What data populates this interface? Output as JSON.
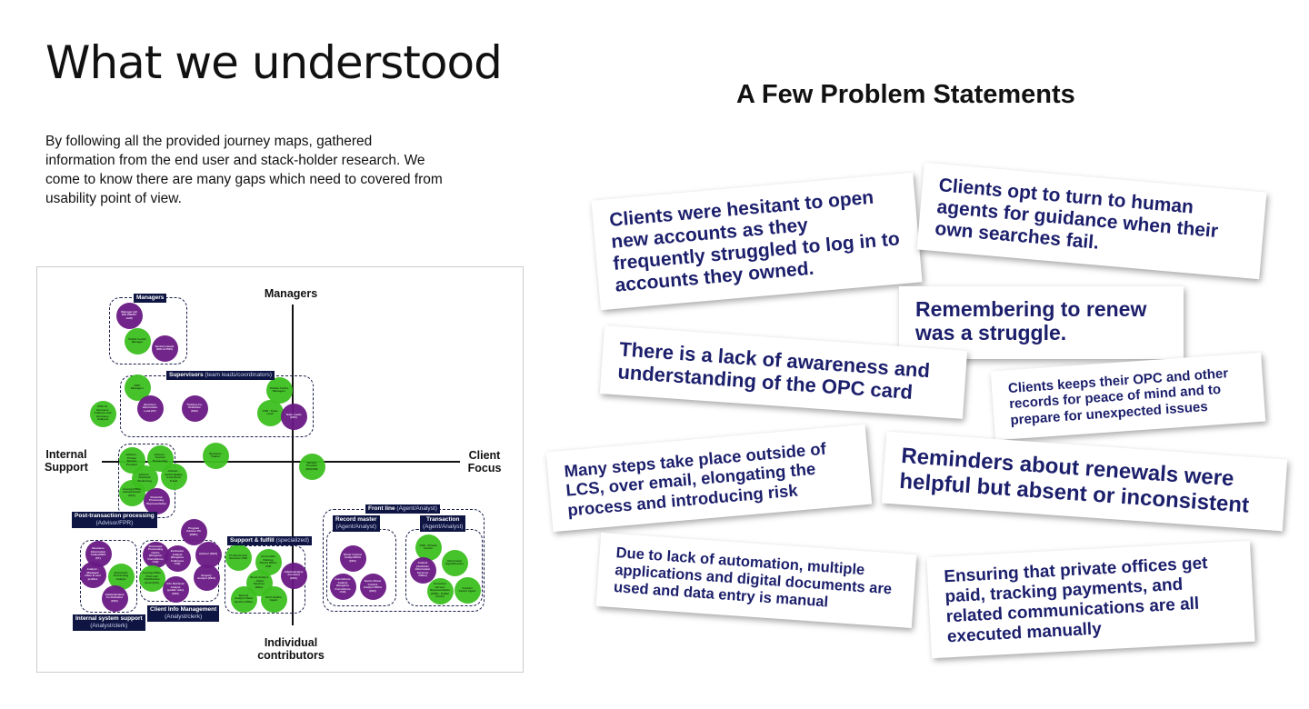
{
  "slide": {
    "title": "What we understood",
    "intro": "By following all the provided journey maps,  gathered information from the end user and stack-holder research. We come to know there are many gaps which need to covered from usability point of view."
  },
  "problems": {
    "title": "A Few Problem Statements",
    "cards": [
      "Clients were hesitant to open new accounts as they frequently struggled to log in to accounts they owned.",
      "Clients opt to turn to human agents for guidance when their own searches fail.",
      "Remembering to renew was a struggle.",
      "There is a lack of awareness and understanding of the OPC card",
      "Clients keeps their OPC and other records for peace of mind and to prepare for unexpected issues",
      "Many steps take place outside of LCS, over email, elongating the process and introducing risk",
      "Reminders about renewals were helpful but absent or inconsistent",
      "Due to lack of automation, multiple applications and digital documents are used and data entry is manual",
      "Ensuring that private offices get paid, tracking payments, and related communications are all executed manually"
    ]
  },
  "diagram": {
    "axes": {
      "top": "Managers",
      "left": "Internal Support",
      "right": "Client Focus",
      "bottom": "Individual contributors"
    },
    "groups": [
      {
        "title": "Managers",
        "sub": ""
      },
      {
        "title": "Supervisors",
        "sub": "(team leads/coordinators)"
      },
      {
        "title": "Post-transaction processing",
        "sub": "(Advisor/FPR)"
      },
      {
        "title": "Internal system support",
        "sub": "(Analyst/clerk)"
      },
      {
        "title": "Client Info Management",
        "sub": "(Analyst/clerk)"
      },
      {
        "title": "Support & fulfill",
        "sub": "(specialized)"
      },
      {
        "title": "Front line",
        "sub": "(Agent/Analyst)"
      },
      {
        "title": "Record master",
        "sub": "(Agent/Analyst)"
      },
      {
        "title": "Transaction",
        "sub": "(Agent/Analyst)"
      }
    ],
    "colors": {
      "green": "#3dbf1f",
      "purple": "#6a1a84",
      "navy": "#0e1542"
    },
    "roles": [
      "Manager (all DIO PNO/IT staff)",
      "Public Center Manager",
      "Section Heads (DIO & PNO)",
      "DOC Managers",
      "Business Information Lead (I/T)",
      "Training Co-Ordinator (DIO)",
      "Private Centre Managers",
      "CSR - Team Lead",
      "Team Leads (DIO)",
      "DOC Sr. Business Analysts and Business Analysts",
      "Business Trainer",
      "Service Provider (SP)/CSR",
      "Advisor - Private Service Provider",
      "Advisor - Journal Processing",
      "Advisor - Financial Monitoring",
      "Advisor - Audit/ Quality Assurance/ Fraud",
      "Issuing Office Administrator (IOA)",
      "Financial Processing Representative",
      "Program Advisor PA (PMU)",
      "Business Information Analyst/BIA (I/T)",
      "Analyst - Managed office & user profiles",
      "Document Processing Analyst",
      "Administrative Co-Ordinator (DIO)",
      "Document Processing Clerks (Kingston Convictions Unit)",
      "Exclusion Analyst (Kingston Collisions Unit)",
      "Advisor (SEU)",
      "Issuing Office Print and Distribution Clerk (IOA)",
      "Info Retrieval Analyst (public side) (DIO)",
      "Enquiry Analyst (SEU)",
      "Products and Services CSR",
      "Accessible Parking Permit Office CSR",
      "Stock Analyst - Client Services Office",
      "Administrative Assistant (DIO)",
      "Record Analyst Client Service Office",
      "OGV Hotline Agent",
      "Driver Control Analyst/DCA (DIO)",
      "Convictions Analyst (Kingston Convictions Unit)",
      "Senior Driver Control Analyst SDCA (DIO)",
      "CSR - Private Centre",
      "Analyst (Authenic Information Services Office)",
      "Information Agent/Greeter",
      "Customer Service Representative (CSR) - Public Centre",
      "Contact Centre Agent"
    ]
  }
}
